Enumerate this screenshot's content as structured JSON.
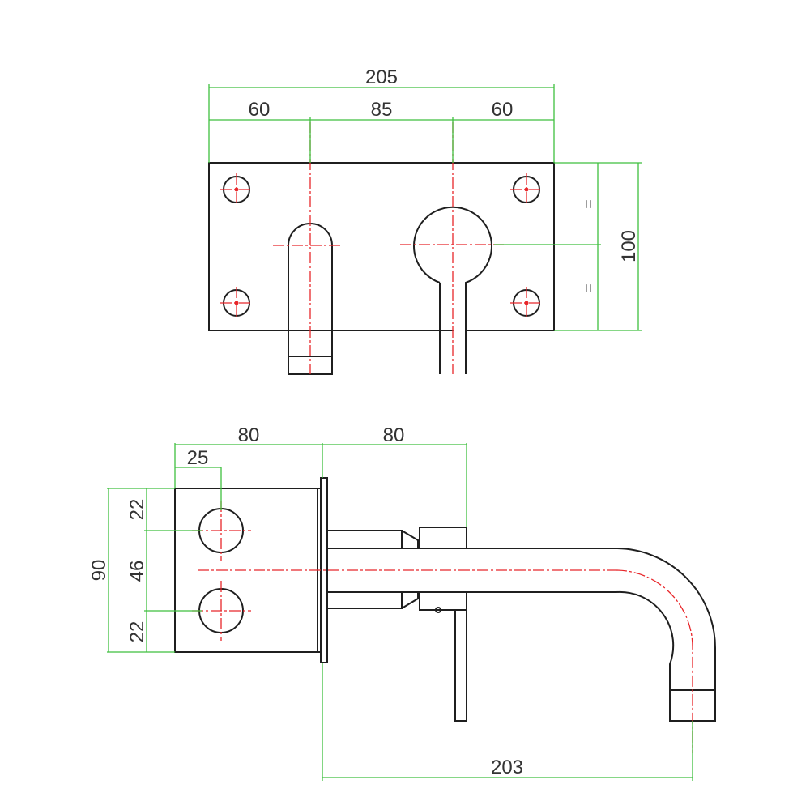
{
  "front_view": {
    "dimensions": {
      "overall_width": "205",
      "left_offset": "60",
      "center_spacing": "85",
      "right_offset": "60",
      "plate_height": "100",
      "equal_upper": "=",
      "equal_lower": "="
    }
  },
  "side_view": {
    "dimensions": {
      "body_depth": "80",
      "lever_offset": "80",
      "hole_offset": "25",
      "top_margin": "22",
      "hole_spacing": "46",
      "bottom_margin": "22",
      "overall_height": "90",
      "spout_projection": "203"
    }
  },
  "colors": {
    "outline": "#1f1f1f",
    "centerline": "#e8262a",
    "dimension": "#3fbf3f",
    "text": "#333333"
  }
}
